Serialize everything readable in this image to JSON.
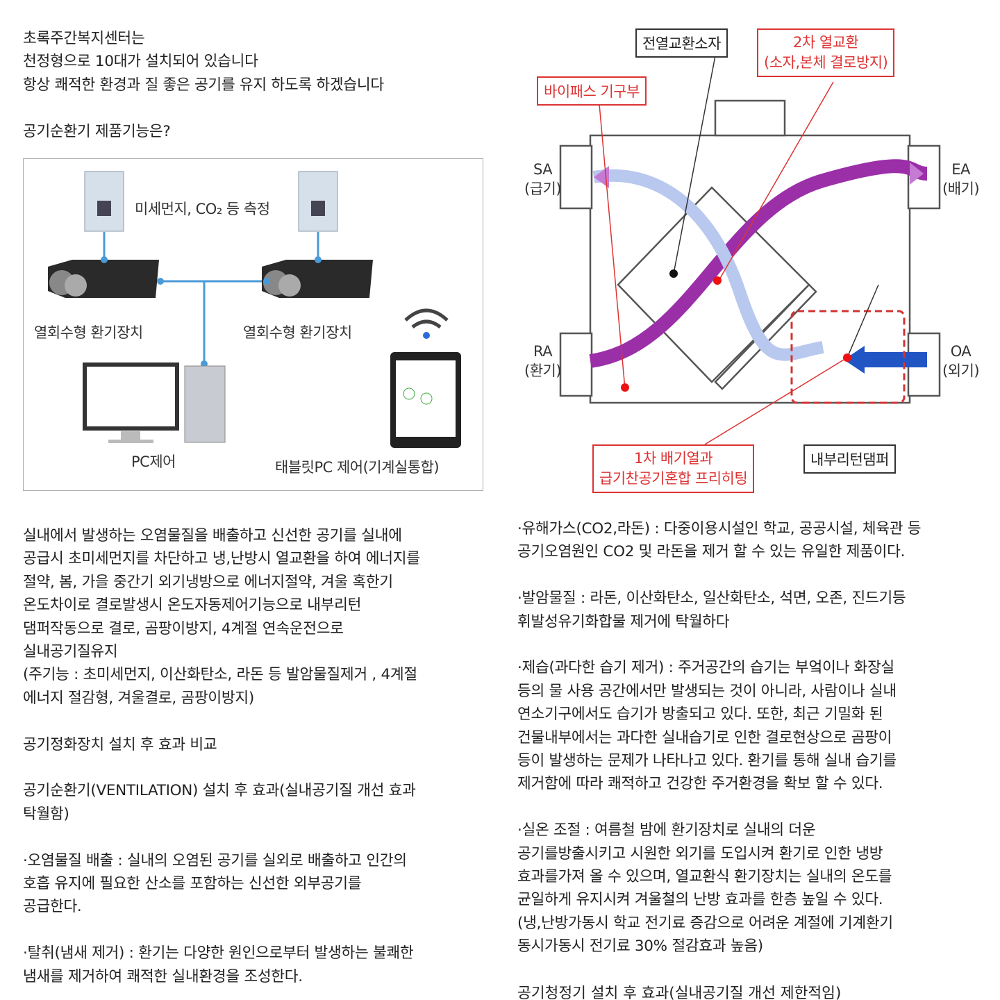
{
  "intro": {
    "lines": [
      "초록주간복지센터는",
      "천정형으로 10대가 설치되어 있습니다",
      "항상 쾌적한 환경과 질 좋은 공기를 유지 하도록 하겠습니다"
    ],
    "question": "공기순환기 제품기능은?"
  },
  "system_diagram": {
    "sensor_label": "미세먼지, CO₂ 등 측정",
    "unit1_label": "열회수형 환기장치",
    "unit2_label": "열회수형 환기장치",
    "pc_label": "PC제어",
    "tablet_label": "태블릿PC 제어(기계실통합)",
    "accent": "#4a9ad8"
  },
  "exchanger_diagram": {
    "sa": "SA",
    "sa_ko": "(급기)",
    "ea": "EA",
    "ea_ko": "(배기)",
    "ra": "RA",
    "ra_ko": "(환기)",
    "oa": "OA",
    "oa_ko": "(외기)",
    "element": "전열교환소자",
    "secondary_title": "2차 열교환",
    "secondary_sub": "(소자,본체 결로방지)",
    "bypass": "바이패스 기구부",
    "preheat_line1": "1차 배기열과",
    "preheat_line2": "급기찬공기혼합 프리히팅",
    "damper": "내부리턴댐퍼",
    "colors": {
      "callout": "#d33333",
      "exhaust": "#9b2fa8",
      "supply": "#b9c8ee",
      "outdoor": "#2255c4"
    }
  },
  "left_text": {
    "description": "실내에서 발생하는 오염물질을 배출하고 신선한 공기를 실내에\n공급시 초미세먼지를 차단하고 냉,난방시 열교환을 하여 에너지를\n절약, 봄, 가을 중간기 외기냉방으로 에너지절약, 겨울 혹한기\n온도차이로 결로발생시 온도자동제어기능으로 내부리턴\n댐퍼작동으로 결로, 곰팡이방지, 4계절 연속운전으로\n실내공기질유지\n(주기능 : 초미세먼지, 이산화탄소, 라돈 등 발암물질제거 , 4계절\n에너지 절감형, 겨울결로, 곰팡이방지)",
    "compare_title": "공기정화장치 설치 후 효과 비교",
    "ventilation": "공기순환기(VENTILATION) 설치 후 효과(실내공기질 개선 효과\n탁월함)",
    "pollutant": "·오염물질 배출 : 실내의 오염된 공기를 실외로 배출하고 인간의\n호흡 유지에 필요한 산소를 포함하는 신선한 외부공기를\n공급한다.",
    "deodor": "·탈취(냄새 제거) : 환기는 다양한 원인으로부터 발생하는 불쾌한\n냄새를 제거하여 쾌적한 실내환경을 조성한다."
  },
  "right_text": {
    "gas": "·유해가스(CO2,라돈) : 다중이용시설인 학교, 공공시설, 체육관 등\n공기오염원인 CO2 및 라돈을 제거 할 수 있는 유일한 제품이다.",
    "carcinogen": "·발암물질 : 라돈, 이산화탄소, 일산화탄소, 석면, 오존, 진드기등\n휘발성유기화합물 제거에 탁월하다",
    "dehumid": "·제습(과다한 습기 제거) : 주거공간의 습기는 부엌이나 화장실\n등의 물 사용 공간에서만 발생되는 것이 아니라, 사람이나 실내\n연소기구에서도 습기가 방출되고 있다. 또한, 최근 기밀화 된\n건물내부에서는 과다한 실내습기로 인한 결로현상으로 곰팡이\n등이 발생하는 문제가 나타나고 있다. 환기를 통해 실내 습기를\n제거함에 따라 쾌적하고 건강한 주거환경을 확보 할 수 있다.",
    "temp": "·실온 조절 : 여름철 밤에 환기장치로 실내의 더운\n공기를방출시키고 시원한 외기를 도입시켜 환기로 인한 냉방\n효과를가져 올 수 있으며, 열교환식 환기장치는 실내의 온도를\n균일하게 유지시켜 겨울철의 난방 효과를 한층 높일 수 있다.\n(냉,난방가동시 학교 전기료 증감으로 어려운 계절에 기계환기\n동시가동시 전기료 30% 절감효과 높음)",
    "cutoff": "공기청정기 설치 후 효과(실내공기질 개선 제한적임)"
  }
}
